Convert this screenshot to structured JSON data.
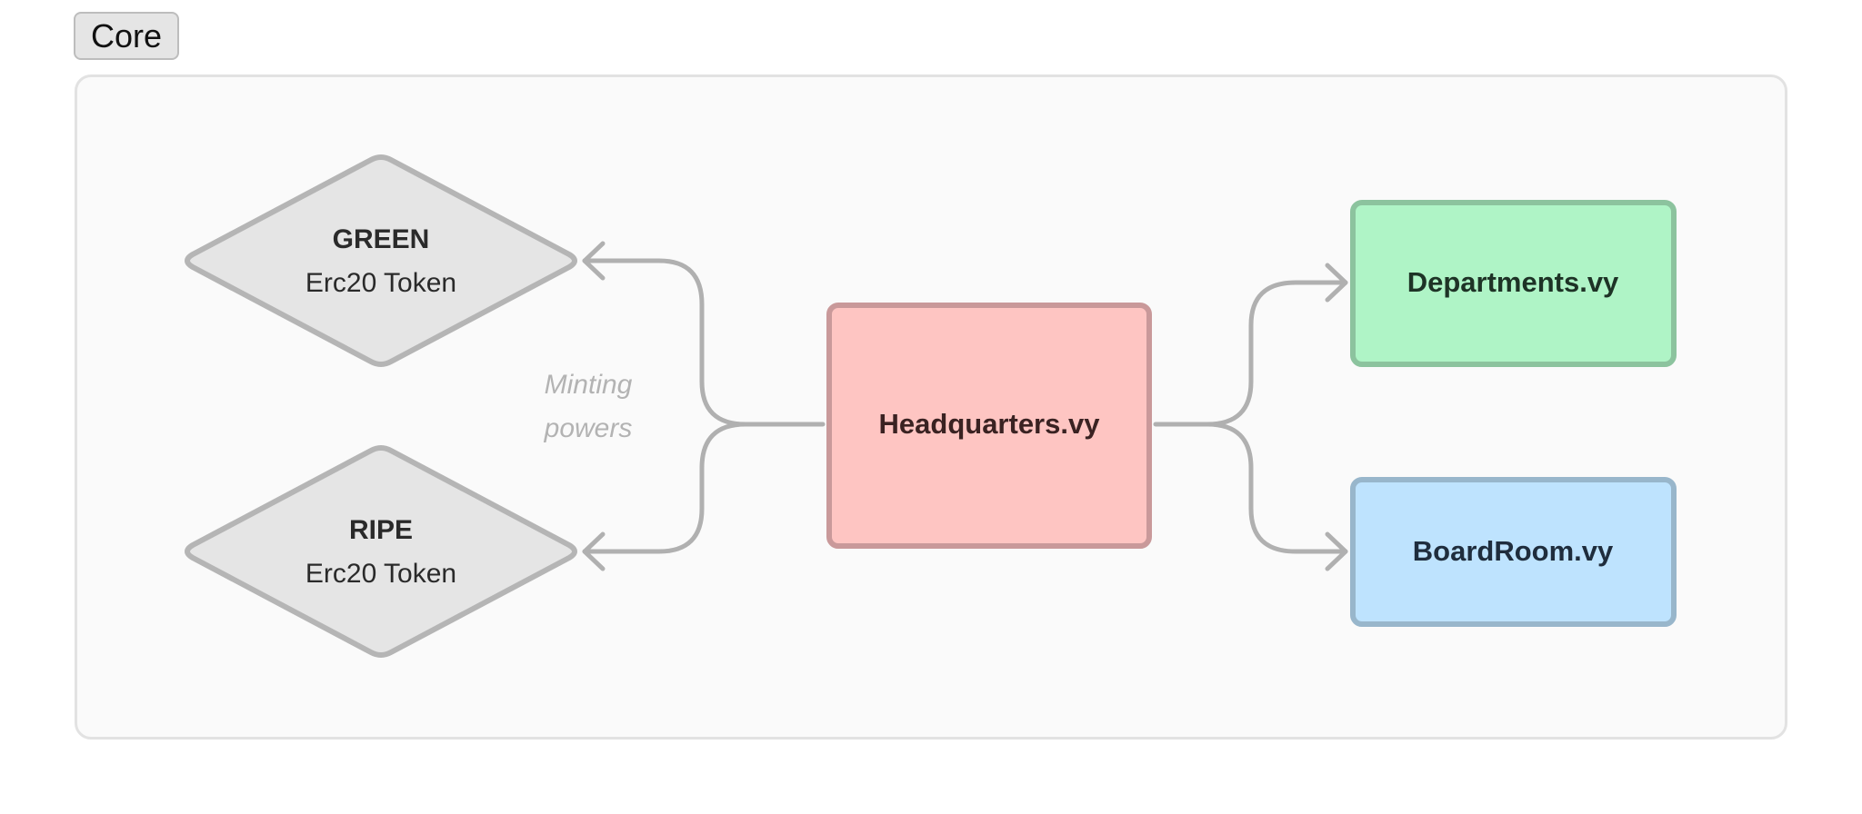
{
  "group": {
    "label": "Core"
  },
  "nodes": {
    "green": {
      "title": "GREEN",
      "subtitle": "Erc20 Token"
    },
    "ripe": {
      "title": "RIPE",
      "subtitle": "Erc20 Token"
    },
    "headquarters": {
      "label": "Headquarters.vy"
    },
    "departments": {
      "label": "Departments.vy"
    },
    "boardroom": {
      "label": "BoardRoom.vy"
    }
  },
  "annotation": {
    "line1": "Minting",
    "line2": "powers"
  },
  "colors": {
    "headquarters_fill": "#fec5c2",
    "headquarters_stroke": "#c9999a",
    "departments_fill": "#aff4c6",
    "departments_stroke": "#8cc39e",
    "boardroom_fill": "#bee3fe",
    "boardroom_stroke": "#98b6cb",
    "token_fill": "#e5e5e5",
    "token_stroke": "#b5b5b5",
    "connector": "#b0b0b0",
    "annotation_text": "#b3b3b3"
  }
}
